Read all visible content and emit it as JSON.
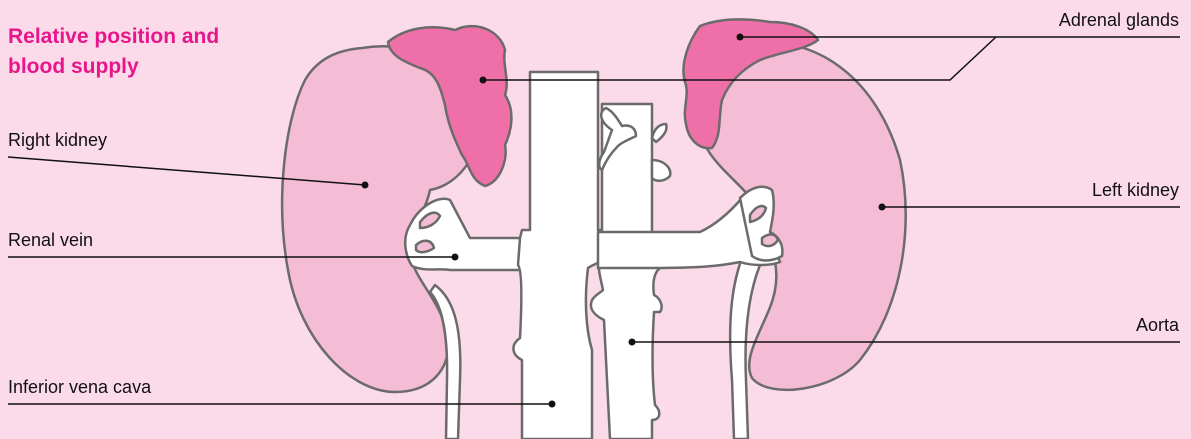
{
  "title": {
    "line1": "Relative position and",
    "line2": "blood supply"
  },
  "labels": {
    "right_kidney": "Right kidney",
    "renal_vein": "Renal vein",
    "inferior_vena_cava": "Inferior vena cava",
    "adrenal_glands": "Adrenal glands",
    "left_kidney": "Left kidney",
    "aorta": "Aorta"
  },
  "colors": {
    "background": "#fbdbe9",
    "title": "#e8168a",
    "kidney_fill": "#f5bcd5",
    "adrenal_fill": "#ef70a8",
    "vessel_fill": "#ffffff",
    "outline": "#6b6b6b",
    "leader_line": "#111111"
  }
}
